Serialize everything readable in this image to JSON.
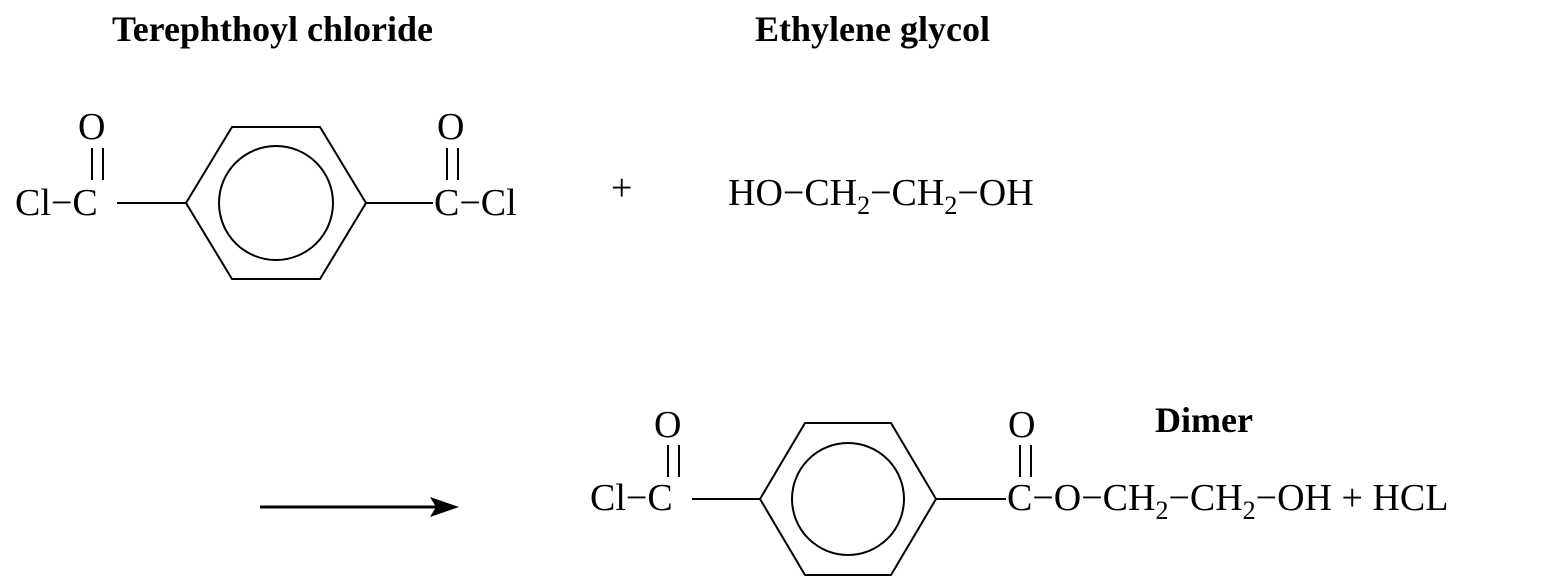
{
  "labels": {
    "reactant1": "Terephthoyl chloride",
    "reactant2": "Ethylene glycol",
    "product": "Dimer"
  },
  "reactant1": {
    "o_left": "O",
    "o_right": "O",
    "cl_c_left": "Cl−C",
    "c_cl_right": "C−Cl"
  },
  "plus": "+",
  "reactant2": {
    "part1": "HO−CH",
    "sub1": "2",
    "part2": "−CH",
    "sub2": "2",
    "part3": "−OH"
  },
  "product": {
    "o_left": "O",
    "o_right": "O",
    "cl_c_left": "Cl−C",
    "part1": "C−O−CH",
    "sub1": "2",
    "part2": "−CH",
    "sub2": "2",
    "part3": "−OH + HCL"
  }
}
